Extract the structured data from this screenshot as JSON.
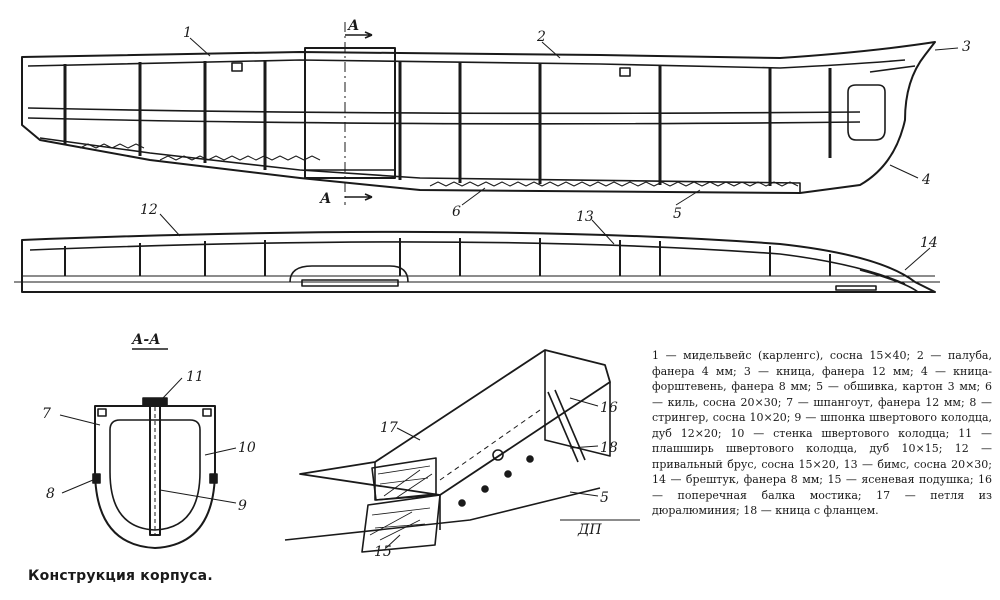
{
  "caption": "Конструкция корпуса.",
  "section_label": "А-А",
  "section_marker": "А",
  "station_label": "ДП",
  "callouts": [
    "1",
    "2",
    "3",
    "4",
    "5",
    "6",
    "7",
    "8",
    "9",
    "10",
    "11",
    "12",
    "13",
    "14",
    "15",
    "16",
    "17",
    "18"
  ],
  "legend": [
    "1 — мидельвейс (карленгс), сосна 15×40;",
    "2 — палуба, фанера 4 мм;",
    "3 — кница, фанера 12 мм;",
    "4 — кница-форштевень, фанера 8 мм;",
    "5 — обшивка, картон 3 мм;",
    "6 — киль, сосна 20×30;",
    "7 — шпангоут, фанера 12 мм;",
    "8 — стрингер, сосна 10×20;",
    "9 — шпонка швертового колодца, дуб 12×20;",
    "10 — стенка швертового колодца;",
    "11 — плашширь швертового колодца, дуб 10×15;",
    "12 — привальный брус, сосна 15×20,",
    "13 — бимс, сосна 20×30;",
    "14 — брештук, фанера 8 мм;",
    "15 — ясеневая подушка;",
    "16 — поперечная балка мостика;",
    "17 — петля из дюралюминия;",
    "18 — кница с фланцем."
  ]
}
